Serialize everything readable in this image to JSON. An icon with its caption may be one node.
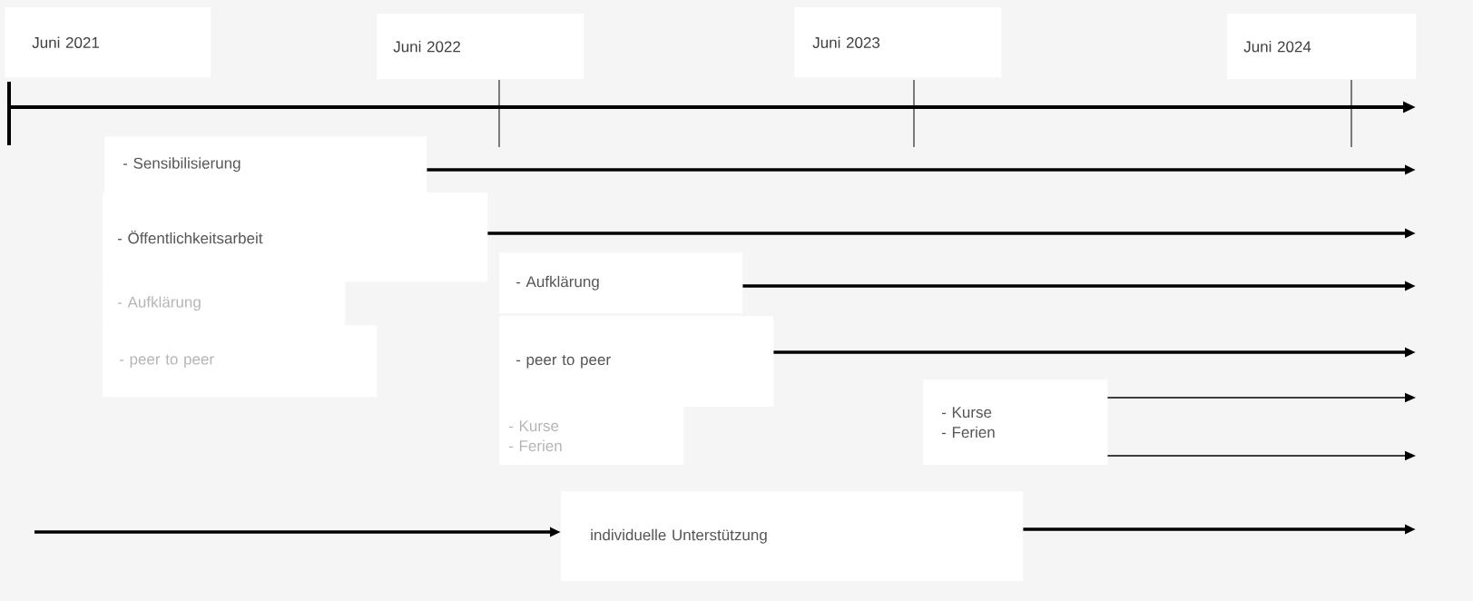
{
  "diagram": {
    "nodes": [
      {
        "text": [
          "Juni 2021"
        ]
      },
      {
        "text": [
          "Juni 2022"
        ]
      },
      {
        "text": [
          "Juni 2023"
        ]
      },
      {
        "text": [
          "Juni 2024"
        ]
      },
      {
        "text": [
          "- Sensibilisierung"
        ]
      },
      {
        "text": [
          "- Öffentlichkeitsarbeit"
        ]
      },
      {
        "text": [
          "- Aufklärung"
        ]
      },
      {
        "text": [
          "- peer to peer"
        ]
      },
      {
        "text": [
          "- Aufklärung"
        ]
      },
      {
        "text": [
          "- peer to peer"
        ]
      },
      {
        "text": [
          "- Kurse",
          "- Ferien"
        ]
      },
      {
        "text": [
          "- Kurse",
          "- Ferien"
        ]
      },
      {
        "text": [
          "individuelle Unterstützung"
        ]
      }
    ],
    "edges": [
      {
        "from": 4,
        "to": null,
        "arrow": "to"
      },
      {
        "from": 5,
        "to": null,
        "arrow": "to"
      },
      {
        "from": 8,
        "to": null,
        "arrow": "to"
      },
      {
        "from": 9,
        "to": null,
        "arrow": "to"
      },
      {
        "from": 11,
        "to": null,
        "arrow": "to"
      },
      {
        "from": 11,
        "to": null,
        "arrow": "to"
      },
      {
        "from": null,
        "to": 12,
        "arrow": "to"
      },
      {
        "from": 12,
        "to": null,
        "arrow": "to"
      }
    ]
  }
}
